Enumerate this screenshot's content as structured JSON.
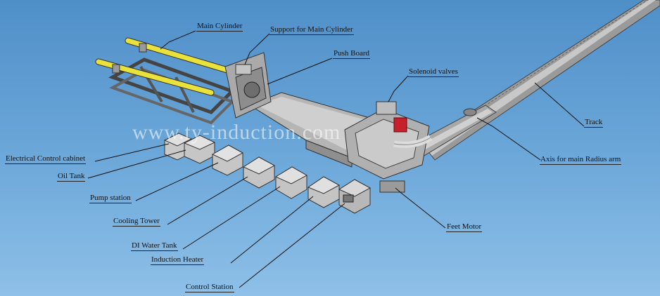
{
  "watermark": "www.ty-induction.com",
  "labels": {
    "main_cylinder": "Main Cylinder",
    "support_main_cylinder": "Support for Main Cylinder",
    "push_board": "Push Board",
    "solenoid_valves": "Solenoid valves",
    "track": "Track",
    "axis_radius_arm": "Axis for main Radius arm",
    "electrical_cabinet": "Electrical Control cabinet",
    "oil_tank": "Oil Tank",
    "pump_station": "Pump station",
    "cooling_tower": "Cooling Tower",
    "di_water_tank": "DI Water Tank",
    "induction_heater": "Induction Heater",
    "control_station": "Control Station",
    "feet_motor": "Feet Motor"
  },
  "colors": {
    "background_top": "#4f8fc8",
    "cylinder": "#e8e23a",
    "machine": "#b9b9b9",
    "valve_red": "#c8202a"
  }
}
